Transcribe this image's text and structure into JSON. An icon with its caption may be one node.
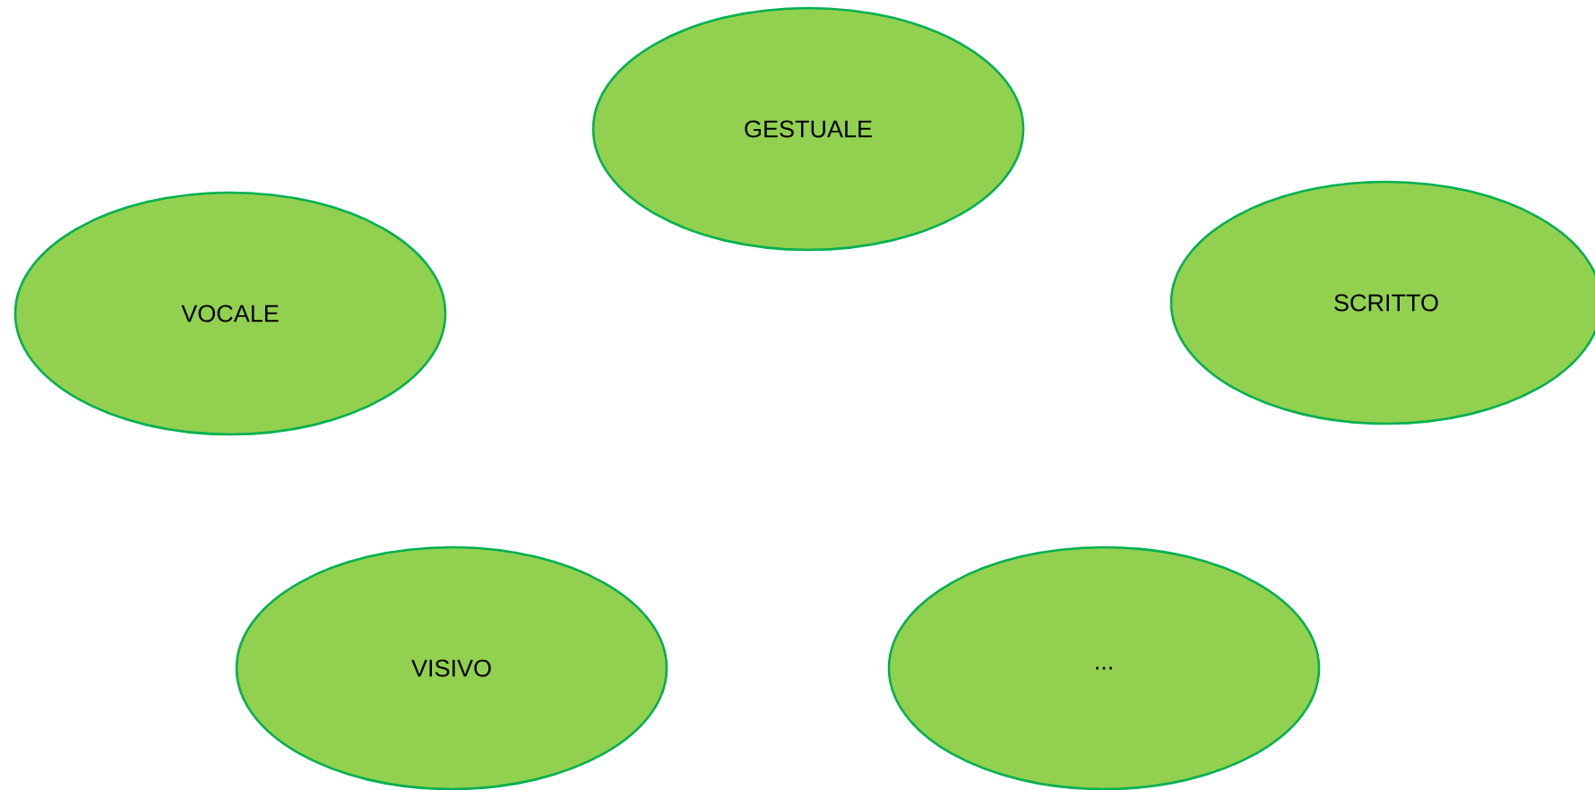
{
  "diagram": {
    "nodes": [
      {
        "text": [
          "GESTUALE"
        ]
      },
      {
        "text": [
          "VOCALE"
        ]
      },
      {
        "text": [
          "SCRITTO"
        ]
      },
      {
        "text": [
          "VISIVO"
        ]
      },
      {
        "text": [
          "..."
        ]
      }
    ]
  }
}
